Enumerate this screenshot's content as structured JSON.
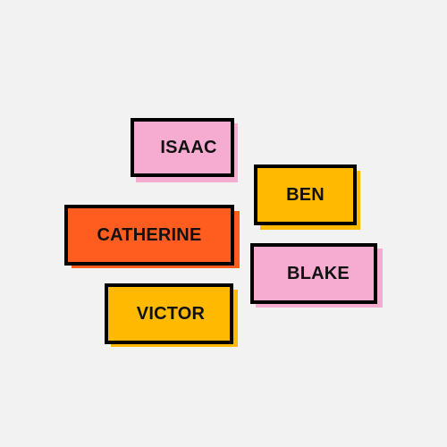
{
  "colors": {
    "background": "#f2f2f2",
    "pink": "#f5acd0",
    "yellow": "#ffba00",
    "orange": "#ff5c1f",
    "border": "#000000"
  },
  "tags": [
    {
      "label": "ISAAC",
      "color": "#f5acd0",
      "shadow": "#f5acd0"
    },
    {
      "label": "BEN",
      "color": "#ffba00",
      "shadow": "#ffba00"
    },
    {
      "label": "CATHERINE",
      "color": "#ff5c1f",
      "shadow": "#ff5c1f"
    },
    {
      "label": "BLAKE",
      "color": "#f5acd0",
      "shadow": "#f5acd0"
    },
    {
      "label": "VICTOR",
      "color": "#ffba00",
      "shadow": "#ffba00"
    }
  ]
}
